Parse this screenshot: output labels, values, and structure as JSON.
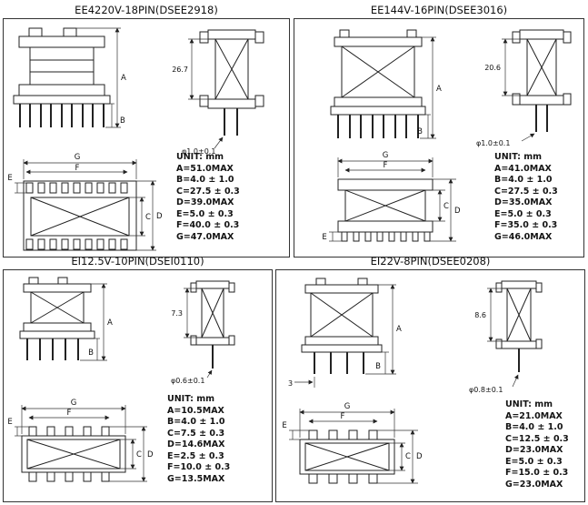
{
  "page": {
    "background": "#ffffff",
    "ink": "#222222"
  },
  "letters": {
    "A": "A",
    "B": "B",
    "C": "C",
    "D": "D",
    "E": "E",
    "F": "F",
    "G": "G"
  },
  "panels": [
    {
      "title": "EE4220V-18PIN(DSEE2918)",
      "side_dim": "26.7",
      "pin_dia": "φ1.0±0.1",
      "unit_label": "UNIT: mm",
      "specs": [
        "A=51.0MAX",
        "B=4.0 ± 1.0",
        "C=27.5 ± 0.3",
        "D=39.0MAX",
        "E=5.0 ± 0.3",
        "F=40.0 ± 0.3",
        "G=47.0MAX"
      ]
    },
    {
      "title": "EE144V-16PIN(DSEE3016)",
      "side_dim": "20.6",
      "pin_dia": "φ1.0±0.1",
      "unit_label": "UNIT: mm",
      "specs": [
        "A=41.0MAX",
        "B=4.0 ± 1.0",
        "C=27.5 ± 0.3",
        "D=35.0MAX",
        "E=5.0 ± 0.3",
        "F=35.0 ± 0.3",
        "G=46.0MAX"
      ]
    },
    {
      "title": "EI12.5V-10PIN(DSEI0110)",
      "side_dim": "7.3",
      "pin_dia": "φ0.6±0.1",
      "unit_label": "UNIT: mm",
      "specs": [
        "A=10.5MAX",
        "B=4.0 ± 1.0",
        "C=7.5 ± 0.3",
        "D=14.6MAX",
        "E=2.5 ± 0.3",
        "F=10.0 ± 0.3",
        "G=13.5MAX"
      ]
    },
    {
      "title": "EI22V-8PIN(DSEE0208)",
      "side_dim": "8.6",
      "pin_dia": "φ0.8±0.1",
      "pitch_dim": "3",
      "unit_label": "UNIT: mm",
      "specs": [
        "A=21.0MAX",
        "B=4.0 ± 1.0",
        "C=12.5 ± 0.3",
        "D=23.0MAX",
        "E=5.0 ± 0.3",
        "F=15.0 ± 0.3",
        "G=23.0MAX"
      ]
    }
  ]
}
